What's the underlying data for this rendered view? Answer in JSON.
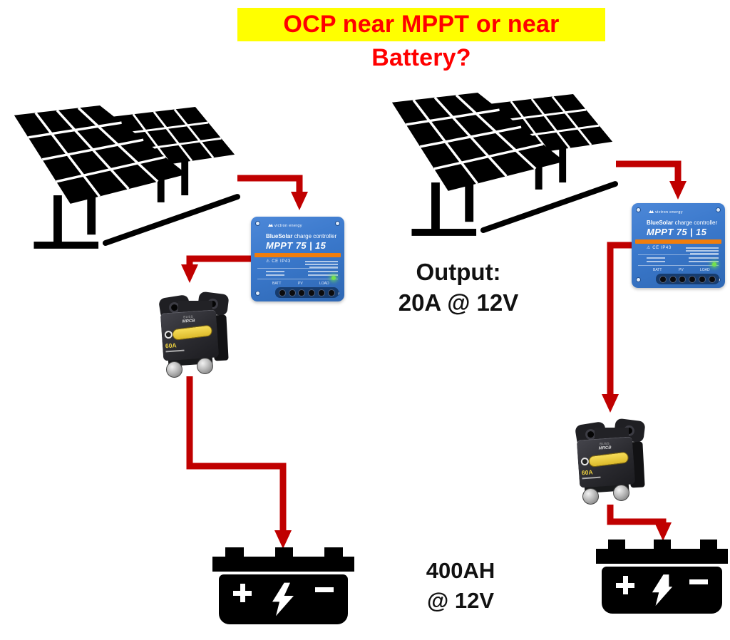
{
  "title": "OCP near MPPT or near Battery?",
  "annotations": {
    "output_label": "Output:",
    "output_value": "20A @ 12V",
    "battery_capacity": "400AH",
    "battery_voltage": "@ 12V"
  },
  "mppt": {
    "brand": "victron energy",
    "product": "BlueSolar",
    "product_suffix": " charge controller",
    "model": "MPPT 75 | 15",
    "certifications": "⚠ CE IP43",
    "terminals": [
      "BATT",
      "PV",
      "LOAD"
    ]
  },
  "breaker": {
    "brand": "BUSS",
    "series": "MRCB",
    "rating": "60A"
  },
  "colors": {
    "arrow_red": "#C00000",
    "title_background": "#FFFF00",
    "title_text": "#FF0000",
    "mppt_blue": "#3A7BCB",
    "mppt_stripe_orange": "#F07D0C",
    "breaker_lever_yellow": "#EFCB2F"
  }
}
